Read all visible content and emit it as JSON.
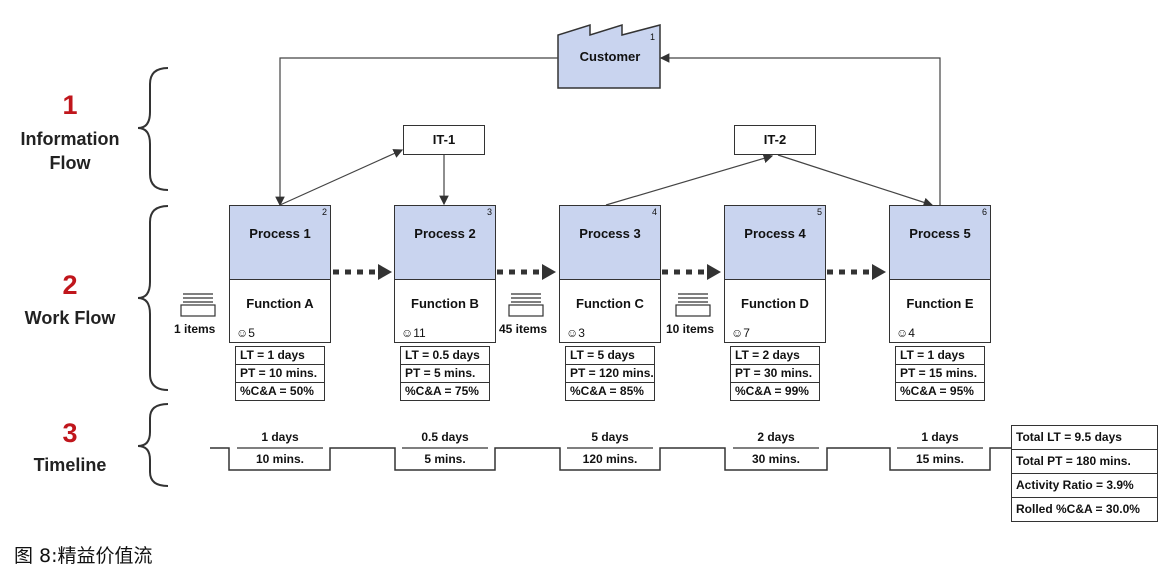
{
  "sections": [
    {
      "number": "1",
      "label_line1": "Information",
      "label_line2": "Flow"
    },
    {
      "number": "2",
      "label_line1": "Work Flow",
      "label_line2": ""
    },
    {
      "number": "3",
      "label_line1": "Timeline",
      "label_line2": ""
    }
  ],
  "customer": {
    "label": "Customer",
    "number": "1"
  },
  "it_systems": [
    {
      "label": "IT-1"
    },
    {
      "label": "IT-2"
    }
  ],
  "processes": [
    {
      "title": "Process 1",
      "number": "2",
      "function": "Function A",
      "operators": "5",
      "lt": "LT = 1 days",
      "pt": "PT = 10 mins.",
      "cna": "%C&A = 50%"
    },
    {
      "title": "Process 2",
      "number": "3",
      "function": "Function B",
      "operators": "11",
      "lt": "LT = 0.5 days",
      "pt": "PT = 5 mins.",
      "cna": "%C&A = 75%"
    },
    {
      "title": "Process 3",
      "number": "4",
      "function": "Function C",
      "operators": "3",
      "lt": "LT = 5 days",
      "pt": "PT = 120 mins.",
      "cna": "%C&A = 85%"
    },
    {
      "title": "Process 4",
      "number": "5",
      "function": "Function D",
      "operators": "7",
      "lt": "LT = 2 days",
      "pt": "PT = 30 mins.",
      "cna": "%C&A = 99%"
    },
    {
      "title": "Process 5",
      "number": "6",
      "function": "Function E",
      "operators": "4",
      "lt": "LT = 1 days",
      "pt": "PT = 15 mins.",
      "cna": "%C&A = 95%"
    }
  ],
  "inventory": [
    {
      "label": "1 items"
    },
    {
      "label": "45 items"
    },
    {
      "label": "10 items"
    }
  ],
  "timeline": [
    {
      "lt": "1 days",
      "pt": "10 mins."
    },
    {
      "lt": "0.5 days",
      "pt": "5 mins."
    },
    {
      "lt": "5 days",
      "pt": "120 mins."
    },
    {
      "lt": "2 days",
      "pt": "30 mins."
    },
    {
      "lt": "1 days",
      "pt": "15 mins."
    }
  ],
  "summary": {
    "total_lt": "Total LT = 9.5 days",
    "total_pt": "Total PT = 180 mins.",
    "activity_ratio": "Activity Ratio = 3.9%",
    "rolled_cna": "Rolled %C&A = 30.0%"
  },
  "caption": "图 8:精益价值流",
  "colors": {
    "process_header": "#c9d4ef",
    "section_number": "#c0161c",
    "line": "#333333"
  }
}
